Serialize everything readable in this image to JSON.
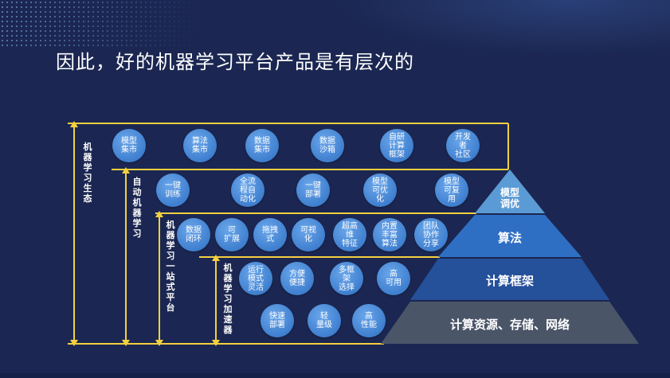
{
  "title": "因此，好的机器学习平台产品是有层次的",
  "colors": {
    "background": "#1b2752",
    "line": "#f4d03f",
    "circle": "#4a8bd8",
    "pyramid_top": "#5b9bd5",
    "pyramid_2": "#2e6fc4",
    "pyramid_3": "#25509a",
    "pyramid_base": "#4a5568"
  },
  "layers": [
    {
      "label": "机器学习生态",
      "items": [
        "模型\n集市",
        "算法\n集市",
        "数据\n集市",
        "数据\n沙箱",
        "自研\n计算\n框架",
        "开发\n者\n社区"
      ]
    },
    {
      "label": "自动机器学习",
      "items": [
        "一键\n训练",
        "全流\n程自\n动化",
        "一键\n部署",
        "模型\n可优\n化",
        "模型\n可复\n用"
      ]
    },
    {
      "label": "机器学习一站式平台",
      "items": [
        "数据\n闭环",
        "可\n扩展",
        "拖拽\n式",
        "可视\n化",
        "超高\n维\n特征",
        "内置\n丰富\n算法",
        "团队\n协作\n分享"
      ]
    },
    {
      "label": "机器学习加速器",
      "items": [
        "运行\n模式\n灵活",
        "方便\n便捷",
        "多框\n架\n选择",
        "高\n可用",
        "快速\n部署",
        "轻\n量级",
        "高\n性能"
      ]
    }
  ],
  "pyramid": [
    "模型\n调优",
    "算法",
    "计算框架",
    "计算资源、存储、网络"
  ]
}
